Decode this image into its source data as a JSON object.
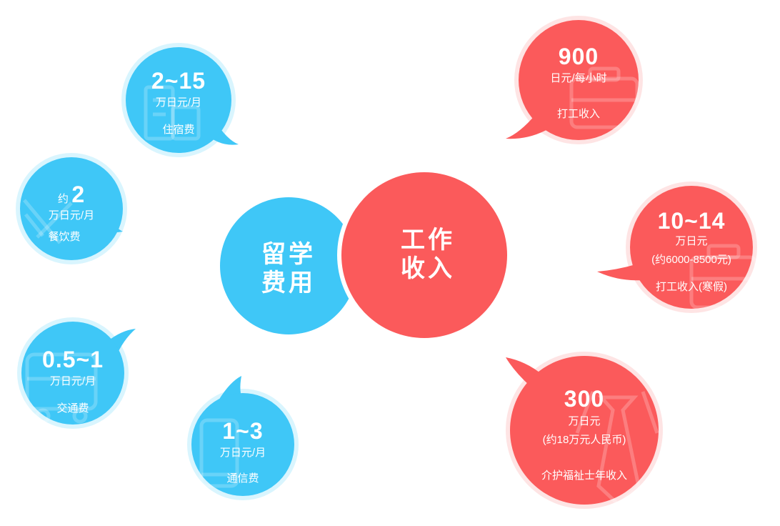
{
  "colors": {
    "blue": "#3fc7f7",
    "red": "#fb5a5b",
    "glow_blue": "#bfeefe",
    "glow_red": "#fdd2d2"
  },
  "center": {
    "left_line1": "留学",
    "left_line2": "费用",
    "right_line1": "工作",
    "right_line2": "收入"
  },
  "costs": [
    {
      "value": "2~15",
      "unit": "万日元/月",
      "label": "住宿费",
      "icon": "building-icon"
    },
    {
      "prefix": "约",
      "value": "2",
      "unit": "万日元/月",
      "label": "餐饮费",
      "icon": "utensils-icon"
    },
    {
      "value": "0.5~1",
      "unit": "万日元/月",
      "label": "交通费",
      "icon": "bus-icon"
    },
    {
      "value": "1~3",
      "unit": "万日元/月",
      "label": "通信费",
      "icon": "phone-icon"
    }
  ],
  "incomes": [
    {
      "value": "900",
      "unit": "日元/每小时",
      "label": "打工收入",
      "icon": "briefcase-icon"
    },
    {
      "value": "10~14",
      "unit": "万日元",
      "note": "(约6000-8500元)",
      "label": "打工收入(寒假)",
      "icon": "briefcase-icon"
    },
    {
      "value": "300",
      "unit": "万日元",
      "note": "(约18万元人民币)",
      "label": "介护福祉士年收入",
      "icon": "necktie-icon"
    }
  ]
}
